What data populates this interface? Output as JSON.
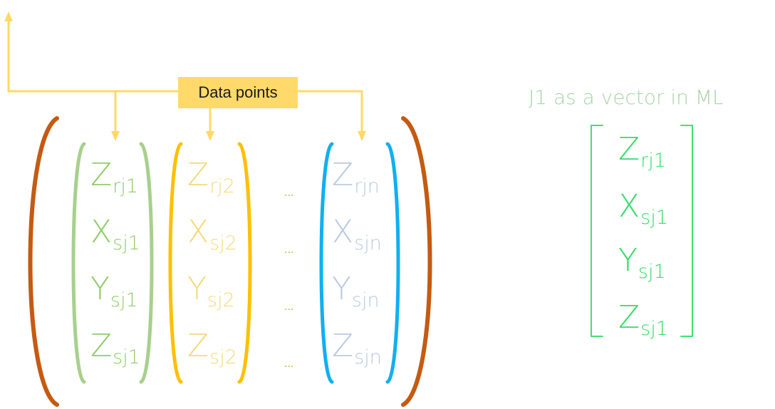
{
  "legend_box": {
    "label": "Data points"
  },
  "matrix": {
    "columns": [
      {
        "color": "#8fcd68",
        "bracket_color": "#a8d08d",
        "entries": [
          {
            "base": "Z",
            "sub": "rj1"
          },
          {
            "base": "X",
            "sub": "sj1"
          },
          {
            "base": "Y",
            "sub": "sj1"
          },
          {
            "base": "Z",
            "sub": "sj1"
          }
        ]
      },
      {
        "color": "#f5d97a",
        "bracket_color": "#ffc000",
        "entries": [
          {
            "base": "Z",
            "sub": "rj2"
          },
          {
            "base": "X",
            "sub": "sj2"
          },
          {
            "base": "Y",
            "sub": "sj2"
          },
          {
            "base": "Z",
            "sub": "sj2"
          }
        ]
      },
      {
        "color": "#b9cbe0",
        "bracket_color": "#10b0f0",
        "entries": [
          {
            "base": "Z",
            "sub": "rjn"
          },
          {
            "base": "X",
            "sub": "sjn"
          },
          {
            "base": "Y",
            "sub": "sjn"
          },
          {
            "base": "Z",
            "sub": "sjn"
          }
        ]
      }
    ],
    "ellipsis": [
      "...",
      "...",
      "...",
      "..."
    ],
    "outer_bracket_color": "#c55a11"
  },
  "vector": {
    "title": "J1 as a vector in ML",
    "color": "#33dd66",
    "bracket_color": "#44dd77",
    "entries": [
      {
        "base": "Z",
        "sub": "rj1"
      },
      {
        "base": "X",
        "sub": "sj1"
      },
      {
        "base": "Y",
        "sub": "sj1"
      },
      {
        "base": "Z",
        "sub": "sj1"
      }
    ]
  },
  "arrow_color": "#ffd966"
}
